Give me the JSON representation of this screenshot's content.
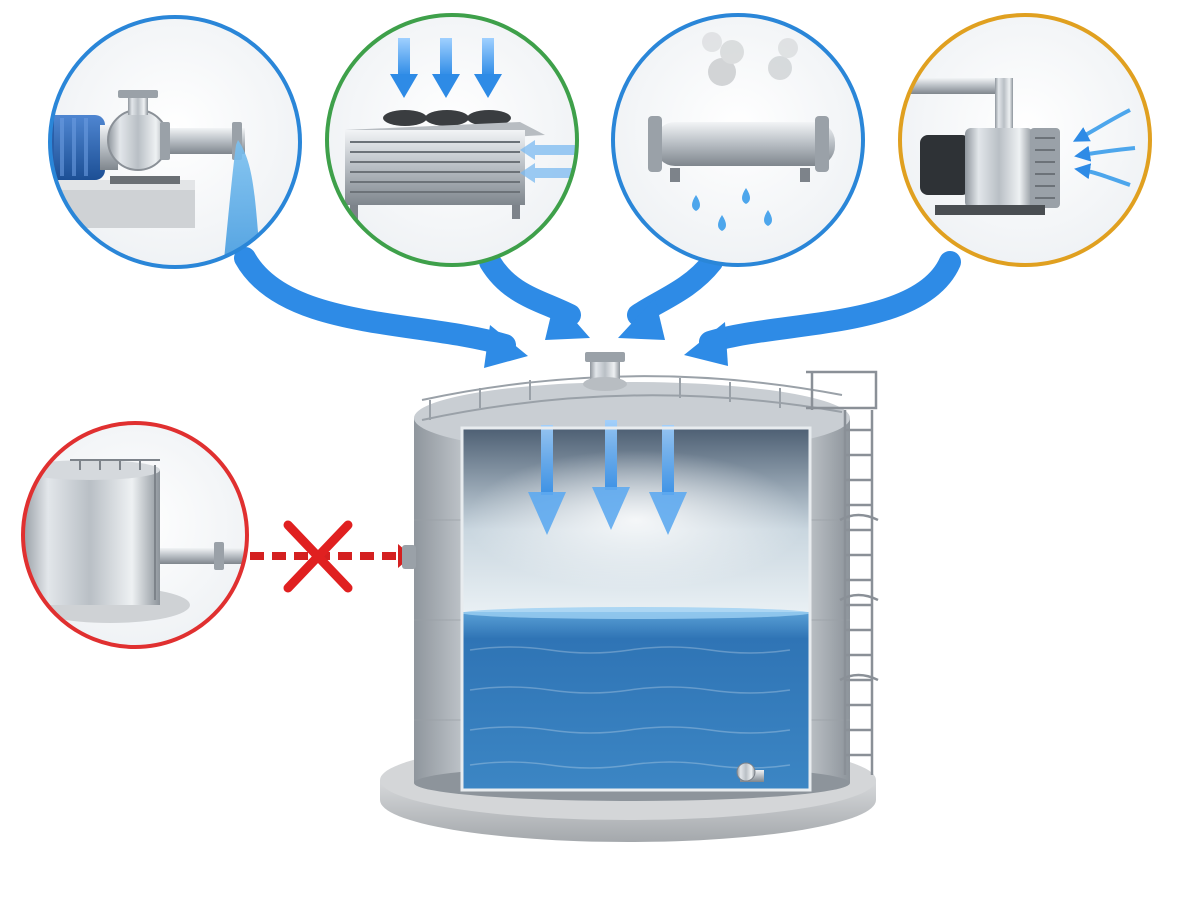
{
  "diagram": {
    "description_items": [
      {
        "id": "pump",
        "icon": "centrifugal-pump-icon",
        "ring_color": "#2a86d8"
      },
      {
        "id": "air-cooler",
        "icon": "air-cooled-heat-exchanger-icon",
        "ring_color": "#3ea04a"
      },
      {
        "id": "shell-tube",
        "icon": "shell-and-tube-heat-exchanger-icon",
        "ring_color": "#2a86d8"
      },
      {
        "id": "blower",
        "icon": "motor-blower-icon",
        "ring_color": "#e0a020"
      },
      {
        "id": "tank-isolated",
        "icon": "isolated-tank-icon",
        "ring_color": "#e03030"
      }
    ],
    "colors": {
      "flow_arrow": "#2e8be6",
      "blocked_line": "#d42020",
      "water": "#2f74b5",
      "steel": "#c4c9cf"
    }
  }
}
